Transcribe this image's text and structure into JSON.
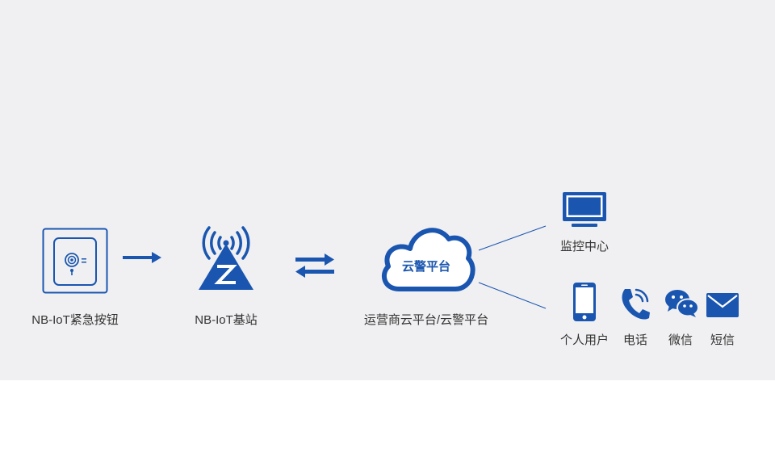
{
  "colors": {
    "accent": "#1a56b0",
    "background": "#f0f0f2",
    "text": "#333333"
  },
  "nodes": {
    "button": {
      "label": "NB-IoT紧急按钮",
      "icon": "emergency-button-icon"
    },
    "base_station": {
      "label": "NB-IoT基站",
      "icon": "cell-tower-icon"
    },
    "cloud": {
      "label": "运营商云平台/云警平台",
      "icon_text": "云警平台",
      "icon": "cloud-icon"
    },
    "monitor": {
      "label": "监控中心",
      "icon": "monitor-icon"
    },
    "personal": {
      "label": "个人用户",
      "icon": "smartphone-icon"
    },
    "phone": {
      "label": "电话",
      "icon": "phone-call-icon"
    },
    "wechat": {
      "label": "微信",
      "icon": "wechat-icon"
    },
    "sms": {
      "label": "短信",
      "icon": "envelope-icon"
    }
  }
}
